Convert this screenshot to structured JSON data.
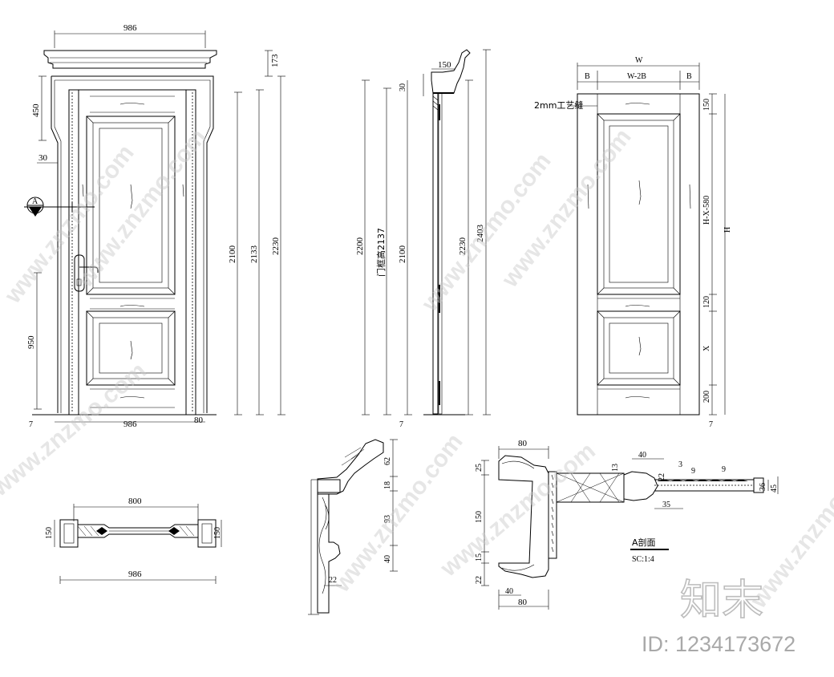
{
  "elevation_front": {
    "dims": [
      "986",
      "173",
      "450",
      "30",
      "950",
      "7",
      "986",
      "80",
      "2100",
      "2133",
      "2230"
    ],
    "section_marker": "A"
  },
  "side_section": {
    "dims": [
      "150",
      "30",
      "2200",
      "门框高2137",
      "2100",
      "2230",
      "2403",
      "7"
    ]
  },
  "elevation_param": {
    "dims": [
      "W",
      "B",
      "W-2B",
      "B",
      "150",
      "H-X-580",
      "H",
      "120",
      "X",
      "200",
      "7"
    ],
    "note": "2mm工艺缝"
  },
  "plan": {
    "dims": [
      "800",
      "150",
      "150",
      "986"
    ]
  },
  "cornice_detail": {
    "dims": [
      "62",
      "18",
      "93",
      "40",
      "22"
    ]
  },
  "section_a": {
    "dims": [
      "80",
      "25",
      "150",
      "15",
      "22",
      "40",
      "80",
      "40",
      "13",
      "22",
      "35",
      "9",
      "9",
      "36",
      "45",
      "3"
    ],
    "title": "A剖面",
    "scale": "SC:1:4"
  },
  "watermark": {
    "text": "www.znzmo.com",
    "brand": "知末",
    "id": "ID: 1234173672"
  }
}
